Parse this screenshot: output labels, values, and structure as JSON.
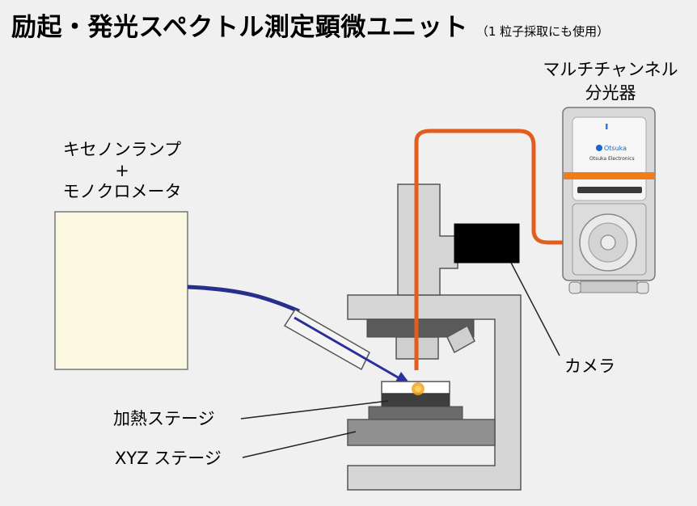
{
  "title": {
    "main": "励起・発光スペクトル測定顕微ユニット",
    "sub": "（1 粒子採取にも使用）"
  },
  "light_source": {
    "line1": "キセノンランプ",
    "line2": "+",
    "line3": "モノクロメータ"
  },
  "spectrometer": {
    "line1": "マルチチャンネル",
    "line2": "分光器",
    "brand": "Otsuka",
    "brand_sub": "Otsuka Electronics"
  },
  "labels": {
    "camera": "カメラ",
    "heating_stage": "加熱ステージ",
    "xyz_stage": "XYZ ステージ"
  },
  "colors": {
    "background": "#f0f0f0",
    "orange_fiber": "#e35d1f",
    "blue_fiber": "#262f8c",
    "microscope_body": "#d4d4d4",
    "dark_gray": "#555555"
  }
}
